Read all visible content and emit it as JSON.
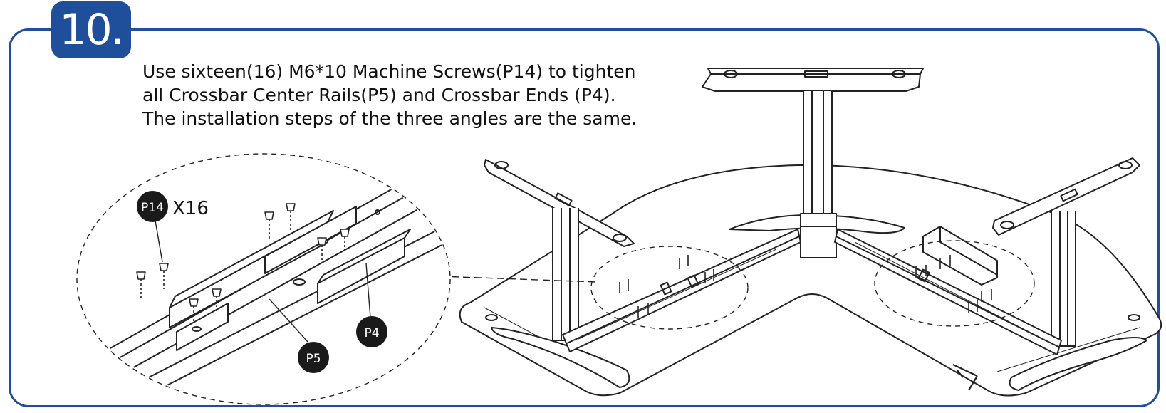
{
  "step": {
    "number": "10."
  },
  "instructions": {
    "line1": "Use sixteen(16) M6*10 Machine Screws(P14) to tighten",
    "line2": "all Crossbar Center Rails(P5) and Crossbar Ends (P4).",
    "line3": "The installation steps of the three angles are the same."
  },
  "detail": {
    "screw_label": "P14",
    "screw_quantity": "X16",
    "center_rail_label": "P5",
    "crossbar_end_label": "P4"
  },
  "colors": {
    "accent": "#1f4f9a",
    "line": "#222222",
    "badge_fill": "#1a1a1a"
  }
}
